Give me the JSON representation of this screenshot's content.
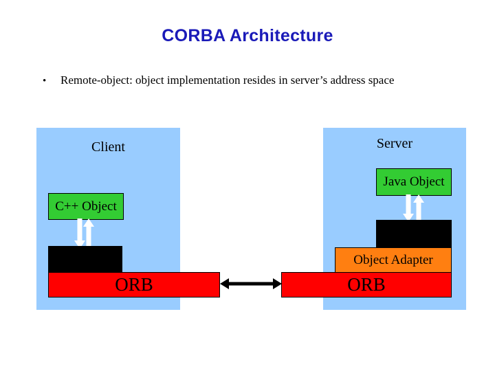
{
  "slide": {
    "title": "CORBA Architecture",
    "title_color": "#1a1ab8",
    "background": "#ffffff",
    "bullets": [
      {
        "glyph": "•",
        "text": "Remote-object: object implementation resides in server’s address space"
      }
    ]
  },
  "diagram": {
    "panel_color": "#99ccff",
    "colors": {
      "object": "#33cc33",
      "stub": "#000000",
      "orb": "#ff0000",
      "adapter": "#ff7f11",
      "arrow_inner": "#ffffff",
      "arrow_link": "#000000"
    },
    "client": {
      "label": "Client",
      "object_box": "C++ Object",
      "stub_box": "",
      "orb_box": "ORB"
    },
    "server": {
      "label": "Server",
      "object_box": "Java Object",
      "skeleton_box": "",
      "adapter_box": "Object Adapter",
      "orb_box": "ORB"
    }
  }
}
